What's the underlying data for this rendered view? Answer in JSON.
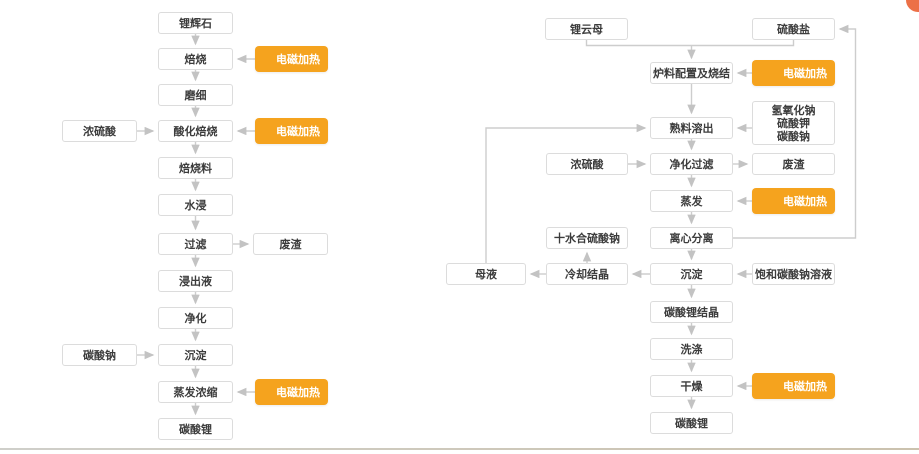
{
  "diagram": {
    "title": "lithium-carbonate-production-flowcharts",
    "accent_orange": "#f5a31e",
    "corner_decoration_color": "#ec7047",
    "arrow_color": "#cdcdcd",
    "nodes": [
      {
        "label": "锂辉石"
      },
      {
        "label": "焙烧"
      },
      {
        "label": "磨细"
      },
      {
        "label": "酸化焙烧"
      },
      {
        "label": "焙烧料"
      },
      {
        "label": "水浸"
      },
      {
        "label": "过滤"
      },
      {
        "label": "浸出液"
      },
      {
        "label": "净化"
      },
      {
        "label": "沉淀"
      },
      {
        "label": "蒸发浓缩"
      },
      {
        "label": "碳酸锂"
      },
      {
        "label": "浓硫酸"
      },
      {
        "label": "碳酸钠"
      },
      {
        "label": "废渣"
      },
      {
        "label": "电磁加热"
      },
      {
        "label": "电磁加热"
      },
      {
        "label": "电磁加热"
      },
      {
        "label": "锂云母"
      },
      {
        "label": "硫酸盐"
      },
      {
        "label": "炉料配置及烧结"
      },
      {
        "label": "熟料溶出"
      },
      {
        "label": "氢氧化钠\n硫酸钾\n碳酸钠"
      },
      {
        "label": "净化过滤"
      },
      {
        "label": "浓硫酸"
      },
      {
        "label": "废渣"
      },
      {
        "label": "蒸发"
      },
      {
        "label": "离心分离"
      },
      {
        "label": "十水合硫酸钠"
      },
      {
        "label": "沉淀"
      },
      {
        "label": "饱和碳酸钠溶液"
      },
      {
        "label": "冷却结晶"
      },
      {
        "label": "母液"
      },
      {
        "label": "碳酸锂结晶"
      },
      {
        "label": "洗涤"
      },
      {
        "label": "干燥"
      },
      {
        "label": "碳酸锂"
      },
      {
        "label": "电磁加热"
      },
      {
        "label": "电磁加热"
      },
      {
        "label": "电磁加热"
      }
    ]
  }
}
